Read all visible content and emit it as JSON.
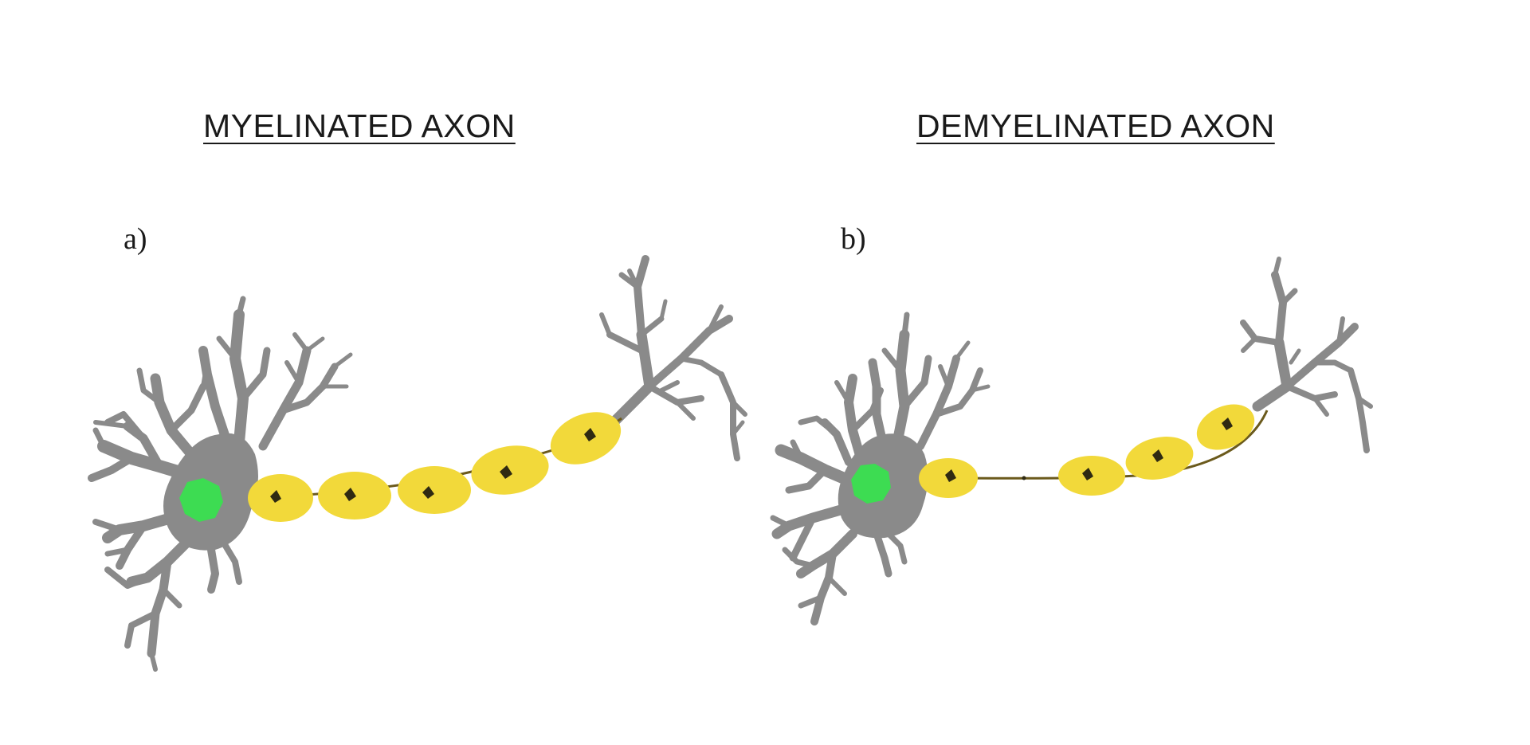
{
  "panels": [
    {
      "id": "a",
      "title": "MYELINATED AXON",
      "letter": "a)"
    },
    {
      "id": "b",
      "title": "DEMYELINATED AXON",
      "letter": "b)"
    }
  ],
  "colors": {
    "soma": "#8a8a8a",
    "nucleus": "#3ddc52",
    "myelin": "#f2d93a",
    "schwann_nucleus": "#2f2a12",
    "axon": "#6b5a1c"
  }
}
